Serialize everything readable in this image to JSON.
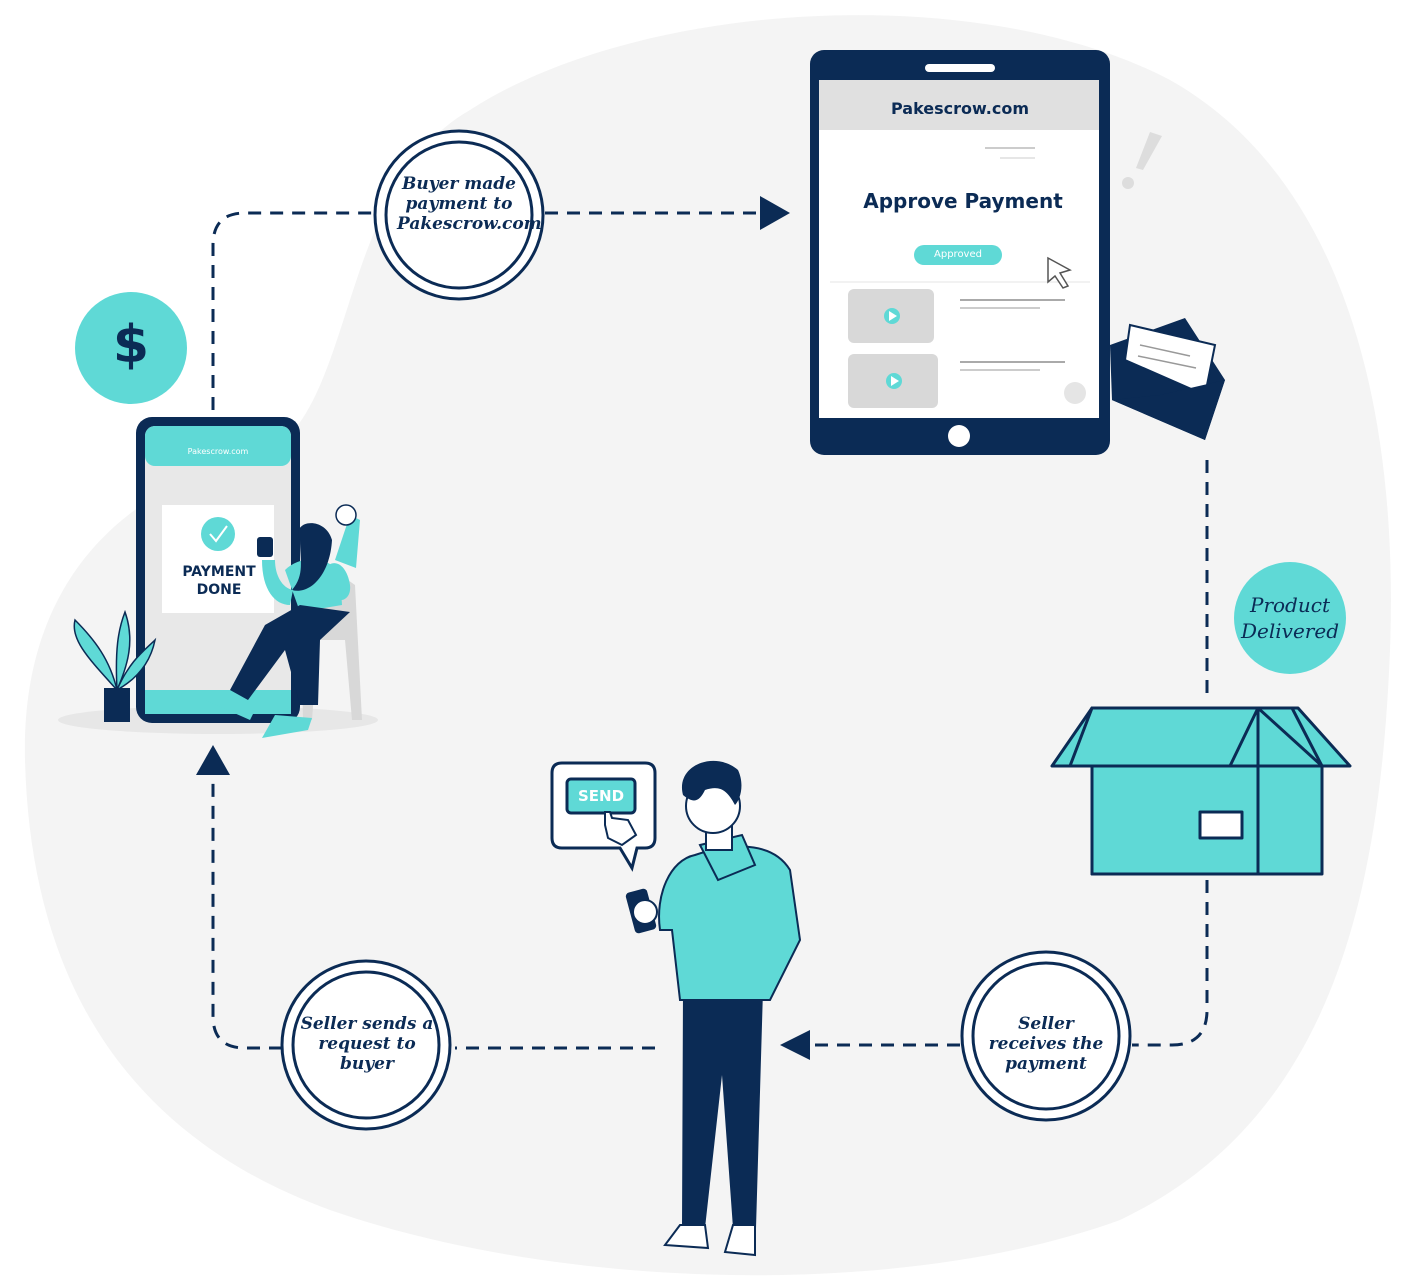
{
  "steps": [
    {
      "id": "buyer-paid",
      "text": "Buyer made payment to Pakescrow.com"
    },
    {
      "id": "seller-receives",
      "text": "Seller receives the payment"
    },
    {
      "id": "seller-request",
      "text": "Seller sends a request to buyer"
    }
  ],
  "product_delivered": "Product Delivered",
  "tablet": {
    "site": "Pakescrow.com",
    "title": "Approve Payment",
    "status_pill": "Approved"
  },
  "phone": {
    "site": "Pakescrow.com",
    "status": "PAYMENT DONE"
  },
  "send_button": "SEND",
  "dollar_symbol": "$",
  "colors": {
    "navy": "#0b2b55",
    "teal": "#5fd9d6",
    "light": "#f3f3f3"
  },
  "icons": [
    "dollar-icon",
    "check-icon",
    "envelope-icon",
    "box-icon",
    "cursor-icon",
    "play-icon",
    "plant-icon"
  ]
}
